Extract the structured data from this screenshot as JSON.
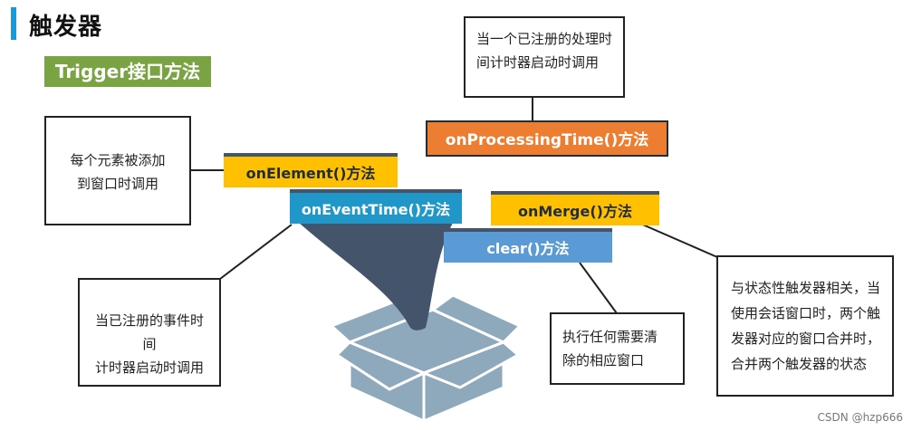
{
  "title": "触发器",
  "subtitle": "Trigger接口方法",
  "methods": {
    "on_processing_time": "onProcessingTime()方法",
    "on_element": "onElement()方法",
    "on_event_time": "onEventTime()方法",
    "on_merge": "onMerge()方法",
    "clear": "clear()方法"
  },
  "notes": {
    "processing_time_line1": "当一个已注册的处理时",
    "processing_time_line2": "间计时器启动时调用",
    "element_line1": "每个元素被添加",
    "element_line2": "到窗口时调用",
    "event_time_line1": "当已注册的事件时间",
    "event_time_line2": "计时器启动时调用",
    "clear_line1": "执行任何需要清",
    "clear_line2": "除的相应窗口",
    "merge_line1": "与状态性触发器相关，当",
    "merge_line2": "使用会话窗口时，两个触",
    "merge_line3": "发器对应的窗口合并时，",
    "merge_line4": "合并两个触发器的状态"
  },
  "watermark": "CSDN @hzp666",
  "colors": {
    "accent_bar": "#1a9bd7",
    "subtitle_bg": "#7aa443",
    "processing_time_bg": "#ed7d31",
    "element_bg": "#ffc000",
    "event_time_bg": "#1f98c9",
    "merge_bg": "#ffc000",
    "clear_bg": "#5b9bd5",
    "funnel": "#44546a",
    "box": "#8ea9bc"
  }
}
